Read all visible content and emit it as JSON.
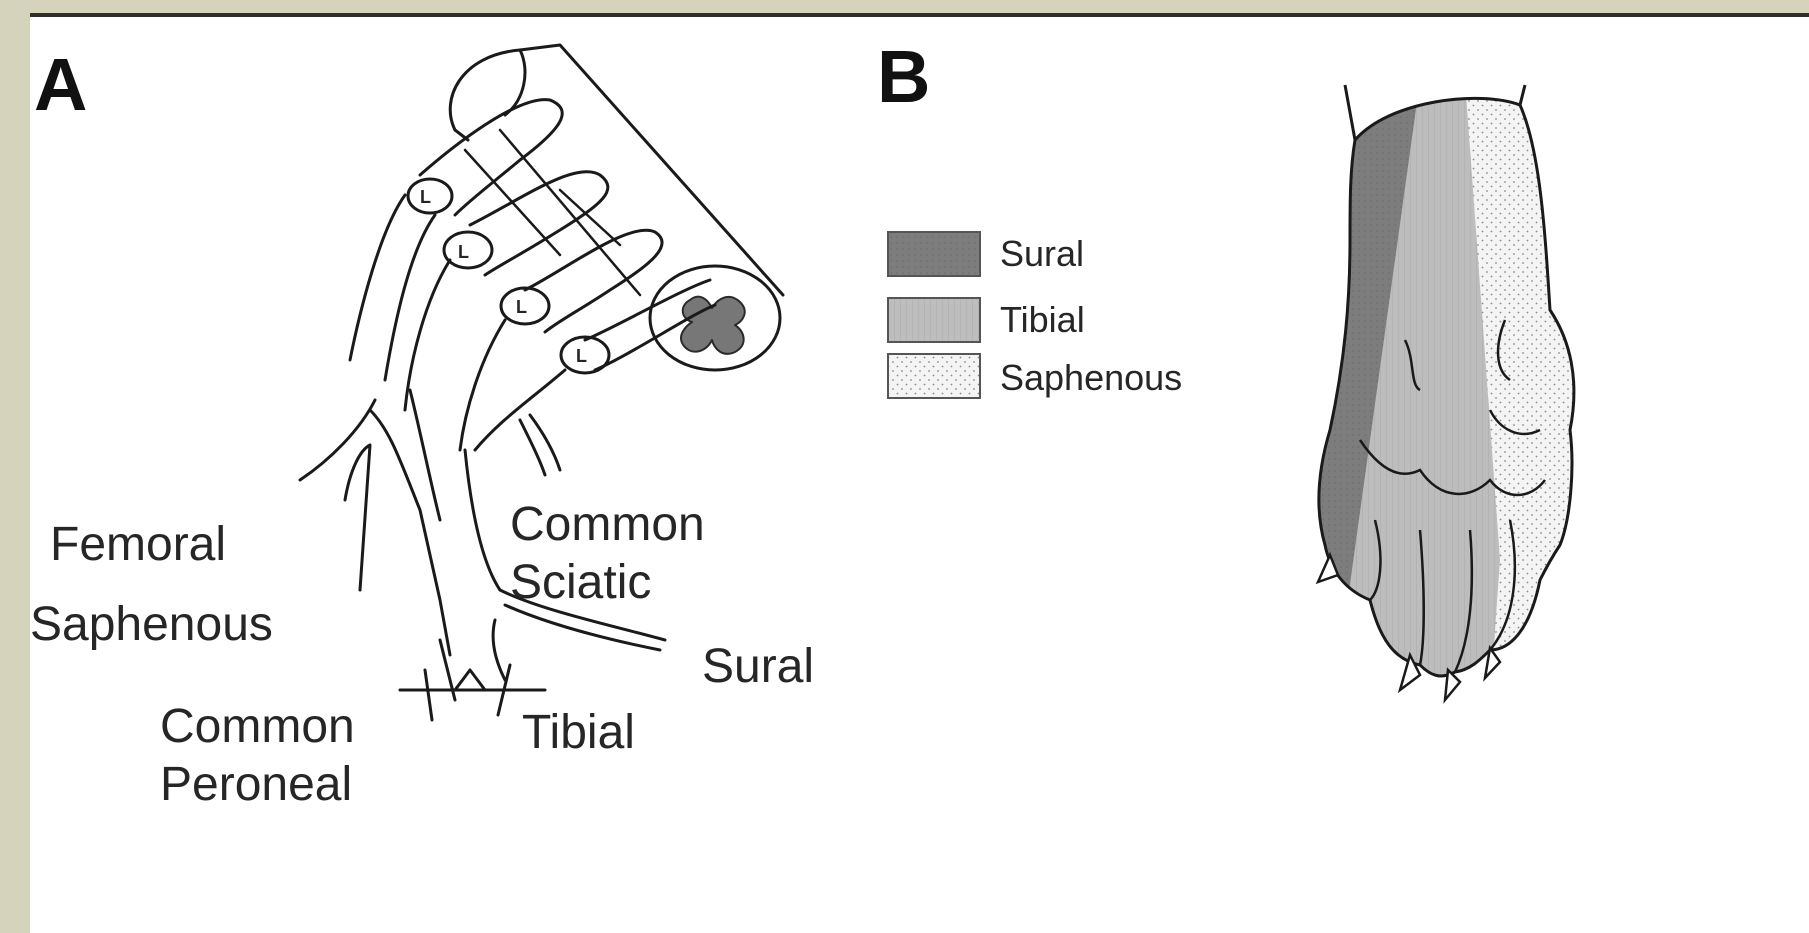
{
  "figure": {
    "panel_a": {
      "letter": "A",
      "labels": {
        "femoral": "Femoral",
        "saphenous": "Saphenous",
        "common_peroneal_line1": "Common",
        "common_peroneal_line2": "Peroneal",
        "tibial": "Tibial",
        "sural": "Sural",
        "common_sciatic_line1": "Common",
        "common_sciatic_line2": "Sciatic"
      },
      "ganglion_marks": [
        "L",
        "L",
        "L",
        "L"
      ]
    },
    "panel_b": {
      "letter": "B",
      "legend": [
        {
          "label": "Sural",
          "color": "#7b7b7b"
        },
        {
          "label": "Tibial",
          "color": "#b9b9b9"
        },
        {
          "label": "Saphenous",
          "color": "#f3f3f3"
        }
      ]
    }
  }
}
